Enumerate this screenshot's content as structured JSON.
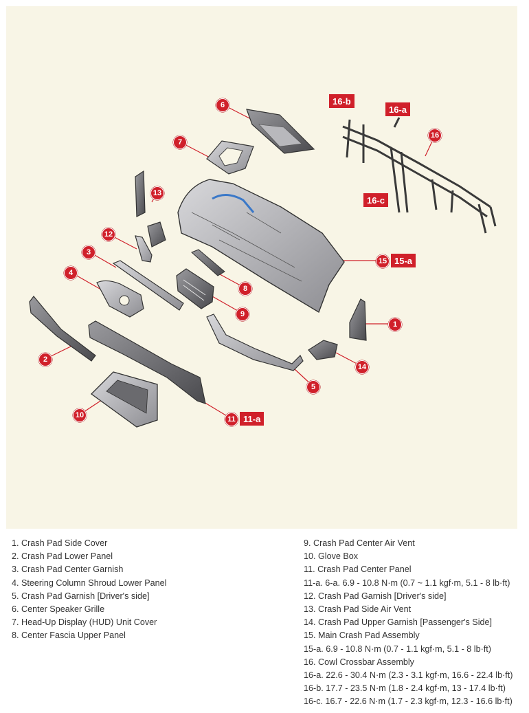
{
  "colors": {
    "background": "#f8f5e6",
    "callout": "#d0202a",
    "part_fill": "#c9c9cc",
    "part_stroke": "#3a3a3a",
    "leader": "#d0202a"
  },
  "callouts": {
    "c1": "1",
    "c2": "2",
    "c3": "3",
    "c4": "4",
    "c5": "5",
    "c6": "6",
    "c7": "7",
    "c8": "8",
    "c9": "9",
    "c10": "10",
    "c11": "11",
    "c11a": "11-a",
    "c12": "12",
    "c13": "13",
    "c14": "14",
    "c15": "15",
    "c15a": "15-a",
    "c16": "16",
    "c16a": "16-a",
    "c16b": "16-b",
    "c16c": "16-c"
  },
  "legend_left": [
    "1. Crash Pad Side Cover",
    "2. Crash Pad Lower Panel",
    "3. Crash Pad Center Garnish",
    "4. Steering Column Shroud Lower Panel",
    "5. Crash Pad Garnish [Driver's side]",
    "6. Center Speaker Grille",
    "7. Head-Up Display (HUD) Unit Cover",
    "8. Center Fascia Upper Panel"
  ],
  "legend_right": [
    "9. Crash Pad Center Air Vent",
    "10. Glove Box",
    "11. Crash Pad Center Panel",
    "11-a. 6-a. 6.9 - 10.8 N·m (0.7 ~ 1.1 kgf·m, 5.1 - 8 lb·ft)",
    "12. Crash Pad Garnish [Driver's side]",
    "13. Crash Pad Side Air Vent",
    "14. Crash Pad Upper Garnish [Passenger's Side]",
    "15. Main Crash Pad Assembly",
    "15-a. 6.9 - 10.8 N·m (0.7 - 1.1 kgf·m, 5.1 - 8 lb·ft)",
    "16. Cowl Crossbar Assembly",
    "16-a. 22.6 - 30.4 N·m (2.3 - 3.1 kgf·m, 16.6 - 22.4 lb·ft)",
    "16-b. 17.7 - 23.5 N·m (1.8 - 2.4 kgf·m, 13 - 17.4 lb·ft)",
    "16-c. 16.7 - 22.6 N·m (1.7 - 2.3 kgf·m, 12.3 - 16.6 lb·ft)"
  ]
}
